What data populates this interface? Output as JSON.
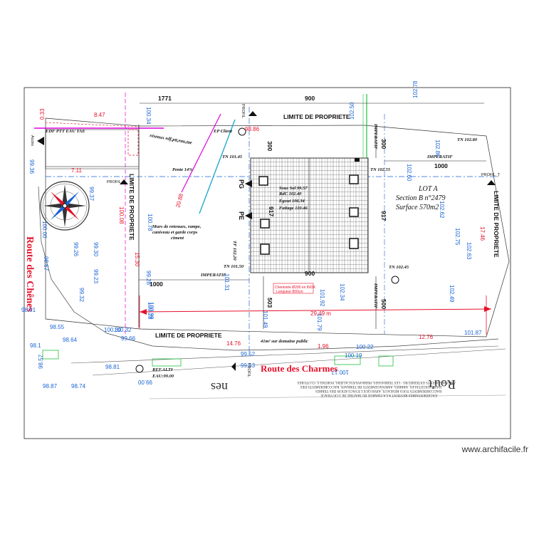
{
  "dimensions": {
    "top_left": "1771",
    "top_right": "900",
    "d1000_left": "1000",
    "d1000_right": "1000",
    "d300a": "300",
    "d300b": "300",
    "d917a": "917",
    "d917b": "917",
    "d900b": "900",
    "d503": "503",
    "d500": "500",
    "d2949": "29.49 m",
    "d1530": "15.30",
    "d1746": "17.46",
    "d847": "8.47",
    "d711": "7.11",
    "d1476": "14.76",
    "d1276": "12.76",
    "d196": "1.96"
  },
  "labels": {
    "limite_top": "LIMITE DE PROPRIETE",
    "limite_bottom": "LIMITE DE PROPRIETE",
    "limite_left": "LIMITE DE PROPRIETE",
    "limite_right": "LIMITE DE PROPRIETE",
    "imperatif_top": "IMPERATIF",
    "imperatif_mid": "IMPERATIF",
    "imperatif_left": "IMPERATIF",
    "imperatif_right": "IMPERATIF",
    "imperatif_bottom": "IMPERATIF",
    "lot_title": "LOT  A",
    "lot_section": "Section  B  n°2479",
    "lot_surface": "Surface  570m2",
    "levels": [
      "Sous Sol 99.57",
      "RdC 102.40",
      "Egout 106.34",
      "Faitage 110.46"
    ],
    "road_chenes": "Route des Chênes",
    "road_charmes": "Route des Charmes",
    "road_mirror_a": "Rou't",
    "road_mirror_b": "nes",
    "domaine": "41m² sur domaine public",
    "murs": [
      "Murs de retenues, rampe,",
      "caniveau et garde corps",
      "ciment"
    ],
    "pente": "Pente 14%",
    "edf": "EDF PTT EAU TAE",
    "acces": "Accès",
    "ep_client": "EP Client",
    "ref_alti": "REF.ALTI",
    "ref_alti_val": "EAU:99.00",
    "cheminee": "Cheminée Ø200 en INOX",
    "cheminee2": "Longueur 800cm",
    "pg": "PG",
    "pe": "PE",
    "tn_101_45": "TN 101.45",
    "tn_102_55": "TN 102.55",
    "tn_102_80": "TN 102.80",
    "tn_101_50": "TN 101.50",
    "tn_102_45": "TN 102.45",
    "tf_102_20": "TF 102.20",
    "profil_left": "PROFIL_T",
    "profil_right": "PROFIL_T",
    "profil_top": "PROFIL",
    "profil_bottom": "PROFIL",
    "reseau": "réseaux edf,ptt,eau,tae",
    "note1": "AMENAGEMENTS EXTERIEURS : LES TERRASSES, PERRONS/ESCALIERS, PORTAILS, CLOTURES",
    "note2": "HAIES VEGETALES, ARBRES, AMENAGEMENTS DE TERRAIN, RACCORDEMENTS DES",
    "note3": "RACCORDEMENTS TOUS RESEAUX, AINSI QUE L'EVACUATION DES TERRES",
    "note4": "EXCEDENTAIRES RESTENT A LA CHARGE DU MAITRE DE L'OUVRAGE"
  },
  "spot_levels": {
    "blue": [
      "100.34",
      "102.50",
      "102.78",
      "102.86",
      "102.60",
      "102.62",
      "102.75",
      "102.63",
      "102.49",
      "99.36",
      "99.37",
      "100.00",
      "98.67",
      "99.26",
      "99.30",
      "99.23",
      "99.32",
      "100.78",
      "99.28",
      "100.28",
      "101.31",
      "101.49",
      "101.92",
      "101.79",
      "102.34",
      "98.91",
      "98.55",
      "98.64",
      "99.66",
      "98.81",
      "98.87",
      "98.74",
      "98.57",
      "98.1",
      "100.32",
      "100.19",
      "100.17",
      "100.22",
      "99.52",
      "99.53",
      "101.87",
      "100.30",
      "100.99",
      "99.00"
    ],
    "red": [
      "0.33",
      "98.86",
      "100.08",
      "20.88"
    ]
  },
  "watermark": "www.archifacile.fr",
  "colors": {
    "red": "#e8102a",
    "blue": "#1a64d6",
    "magenta": "#e000e0",
    "green": "#20c040",
    "cyan": "#22aacc",
    "roof": "#8a8a8a"
  }
}
